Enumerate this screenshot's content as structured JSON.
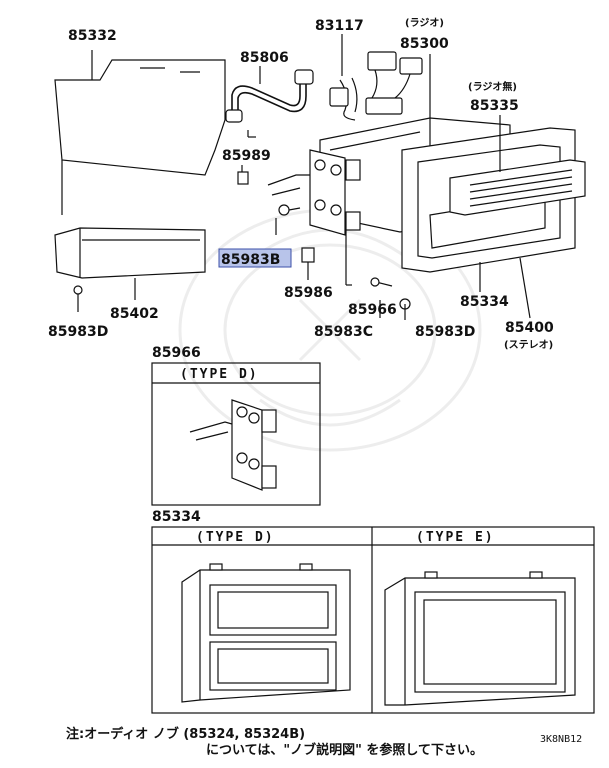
{
  "parts": {
    "p85332": "85332",
    "p85806": "85806",
    "p83117": "83117",
    "p85300": "85300",
    "p85300_note": "(ラジオ)",
    "p85335": "85335",
    "p85335_note": "(ラジオ無)",
    "p85989": "85989",
    "p85983B": "85983B",
    "p85986": "85986",
    "p85966": "85966",
    "p85334": "85334",
    "p85402": "85402",
    "p85983D_left": "85983D",
    "p85983C": "85983C",
    "p85983D_right": "85983D",
    "p85400": "85400",
    "p85400_note": "(ステレオ)"
  },
  "detail_85966": {
    "part_no": "85966",
    "type_label": "(TYPE D)"
  },
  "detail_85334": {
    "part_no": "85334",
    "type_d_label": "(TYPE D)",
    "type_e_label": "(TYPE E)"
  },
  "footnote": {
    "line1": "注:オーディオ ノブ (85324, 85324B)",
    "line2": "については、\"ノブ説明図\" を参照して下さい。"
  },
  "diagram_code": "3K8NB12",
  "highlight_color": "#b8c4ea"
}
